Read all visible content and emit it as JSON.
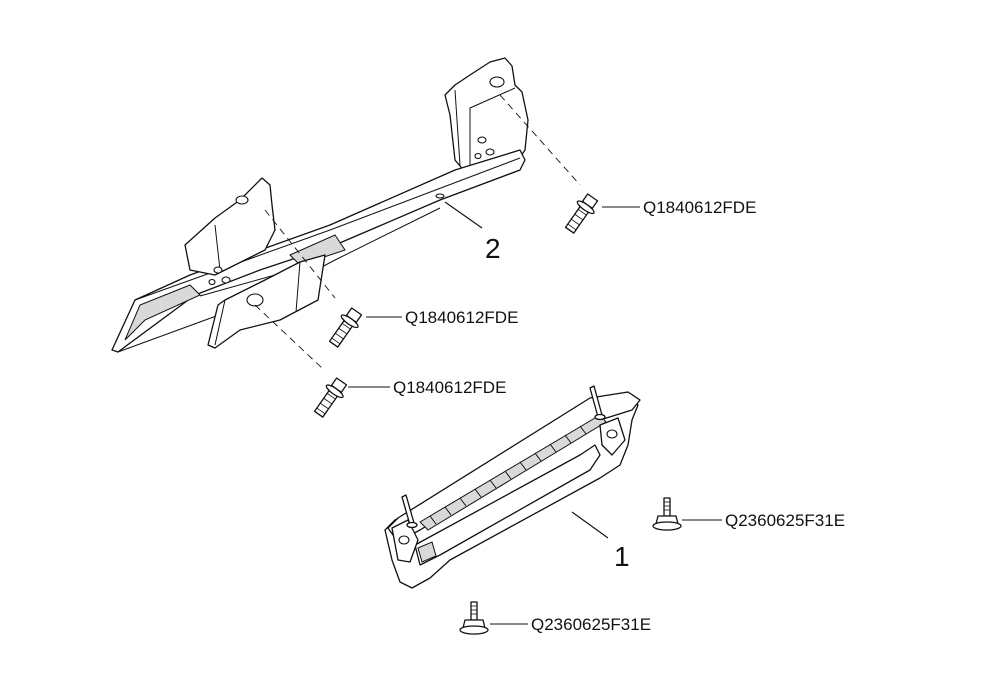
{
  "parts": [
    {
      "number": "1"
    },
    {
      "number": "2"
    }
  ],
  "fasteners": [
    {
      "code": "Q1840612FDE"
    },
    {
      "code": "Q1840612FDE"
    },
    {
      "code": "Q1840612FDE"
    },
    {
      "code": "Q2360625F31E"
    },
    {
      "code": "Q2360625F31E"
    }
  ]
}
